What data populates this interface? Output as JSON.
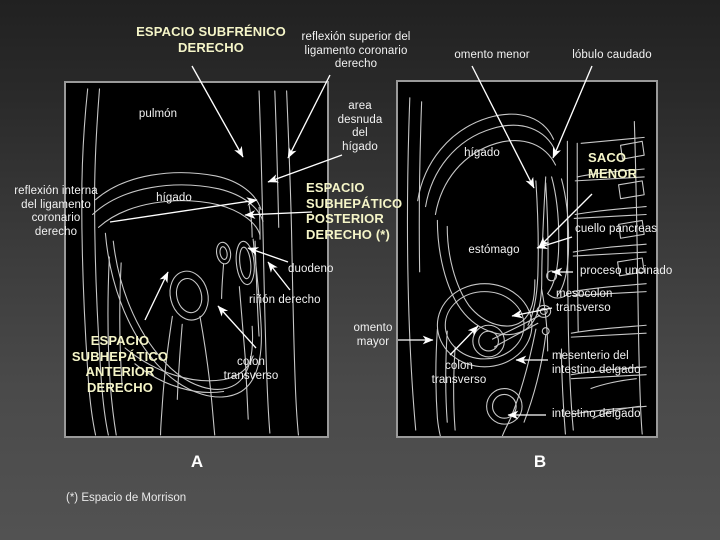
{
  "slide": {
    "background_top": "#212121",
    "background_bottom": "#525252",
    "highlight_color": "#f5f5c8",
    "label_color": "#f2f2f2",
    "panel_border_color": "#9a9a9a",
    "panel_fill": "#000000",
    "drawing_stroke": "#c9c9c9"
  },
  "headings": {
    "subfrenico_derecho": "ESPACIO SUBFRÉNICO\nDERECHO",
    "subhepatico_posterior": "ESPACIO\nSUBHEPÁTICO\nPOSTERIOR\nDERECHO (*)",
    "subhepatico_anterior": "ESPACIO\nSUBHEPÁTICO\nANTERIOR\nDERECHO",
    "saco_menor": "SACO\nMENOR"
  },
  "panel_a": {
    "letter": "A",
    "labels": {
      "pulmon": "pulmón",
      "higado": "hígado",
      "reflexion_interna": "reflexión interna\ndel ligamento\ncoronario\nderecho",
      "reflexion_superior": "reflexión superior del\nligamento coronario\nderecho",
      "area_desnuda": "area\ndesnuda\ndel\nhígado",
      "duodeno": "duodeno",
      "rinon_derecho": "riñón derecho",
      "colon_transverso": "colon\ntransverso"
    }
  },
  "panel_b": {
    "letter": "B",
    "labels": {
      "omento_menor": "omento menor",
      "lobulo_caudado": "lóbulo caudado",
      "higado": "hígado",
      "estomago": "estómago",
      "cuello_pancreas": "cuello pancreas",
      "proceso_uncinado": "proceso uncinado",
      "mesocolon_transverso": "mesocolon\ntransverso",
      "mesenterio": "mesenterio del\nintestino delgado",
      "intestino_delgado": "intestino delgado",
      "omento_mayor": "omento\nmayor",
      "colon_transverso": "colon\ntransverso"
    }
  },
  "footnote": {
    "text": "(*) Espacio de Morrison"
  }
}
